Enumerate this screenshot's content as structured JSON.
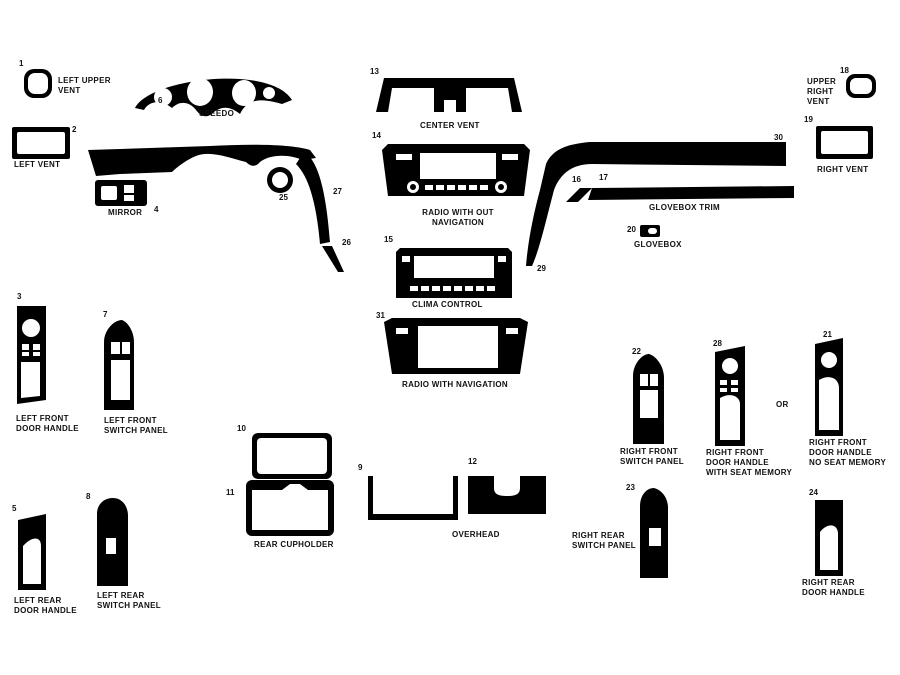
{
  "colors": {
    "piece": "#000000",
    "cutout": "#ffffff",
    "background": "#ffffff"
  },
  "parts": {
    "p1": {
      "number": "1",
      "label": "LEFT UPPER\nVENT"
    },
    "p2": {
      "number": "2",
      "label": "LEFT VENT"
    },
    "p3": {
      "number": "3",
      "label": "LEFT FRONT\nDOOR HANDLE"
    },
    "p4": {
      "number": "4",
      "label": "MIRROR"
    },
    "p5": {
      "number": "5",
      "label": "LEFT REAR\nDOOR HANDLE"
    },
    "p6": {
      "number": "6",
      "label": "SPEEDO"
    },
    "p7": {
      "number": "7",
      "label": "LEFT FRONT\nSWITCH PANEL"
    },
    "p8": {
      "number": "8",
      "label": "LEFT REAR\nSWITCH PANEL"
    },
    "p9": {
      "number": "9"
    },
    "p10": {
      "number": "10"
    },
    "p11": {
      "number": "11"
    },
    "p12": {
      "number": "12"
    },
    "p13": {
      "number": "13",
      "label": "CENTER VENT"
    },
    "p14": {
      "number": "14",
      "label": "RADIO WITH OUT\nNAVIGATION"
    },
    "p15": {
      "number": "15",
      "label": "CLIMA CONTROL"
    },
    "p16": {
      "number": "16"
    },
    "p17": {
      "number": "17"
    },
    "p18": {
      "number": "18",
      "label": "UPPER\nRIGHT\nVENT"
    },
    "p19": {
      "number": "19",
      "label": "RIGHT VENT"
    },
    "p20": {
      "number": "20",
      "label": "GLOVEBOX"
    },
    "p21": {
      "number": "21",
      "label": "RIGHT FRONT\nDOOR HANDLE\nNO SEAT MEMORY"
    },
    "p22": {
      "number": "22",
      "label": "RIGHT FRONT\nSWITCH PANEL"
    },
    "p23": {
      "number": "23",
      "label": "RIGHT REAR\nSWITCH PANEL"
    },
    "p24": {
      "number": "24",
      "label": "RIGHT REAR\nDOOR HANDLE"
    },
    "p25": {
      "number": "25"
    },
    "p26": {
      "number": "26"
    },
    "p27": {
      "number": "27"
    },
    "p28": {
      "number": "28",
      "label": "RIGHT FRONT\nDOOR HANDLE\nWITH SEAT MEMORY"
    },
    "p29": {
      "number": "29"
    },
    "p30": {
      "number": "30"
    },
    "p31": {
      "number": "31",
      "label": "RADIO WITH NAVIGATION"
    }
  },
  "group_labels": {
    "glovebox_trim": "GLOVEBOX TRIM",
    "rear_cupholder": "REAR CUPHOLDER",
    "overhead": "OVERHEAD",
    "or": "OR"
  }
}
